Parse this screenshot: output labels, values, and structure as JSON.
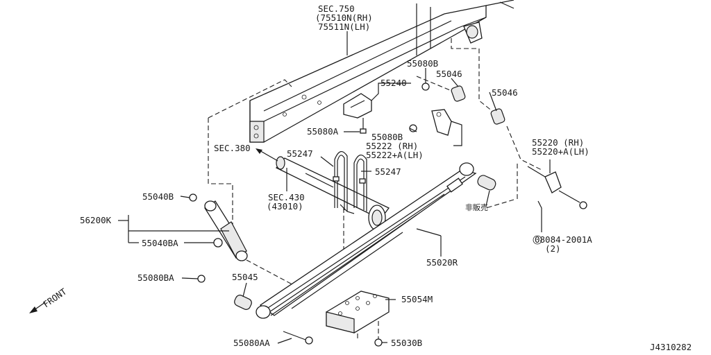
{
  "labels": {
    "sec750": "SEC.750",
    "n75510": "(75510N(RH)",
    "n75511": "75511N(LH)",
    "p55080B_top": "55080B",
    "p55046_a": "55046",
    "p55240": "55240",
    "p55046_b": "55046",
    "p55080A": "55080A",
    "p55080B_mid": "55080B",
    "p55222": "55222   (RH)",
    "p55222a": "55222+A(LH)",
    "p55220": "55220    (RH)",
    "p55220a": "55220+A(LH)",
    "sec380": "SEC.380",
    "p55247_a": "55247",
    "p55247_b": "55247",
    "sec430": "SEC.430",
    "n43010": "(43010)",
    "p55040B": "55040B",
    "p56200K": "56200K",
    "p55040BA": "55040BA",
    "hihanbai": "非販売",
    "bolt_code": "08084-2001A",
    "bolt_qty": "(2)",
    "p55020R": "55020R",
    "p55080BA": "55080BA",
    "p55045": "55045",
    "p55054M": "55054M",
    "front": "FRONT",
    "p55080AA": "55080AA",
    "p55030B": "55030B",
    "diagram_id": "J4310282"
  }
}
